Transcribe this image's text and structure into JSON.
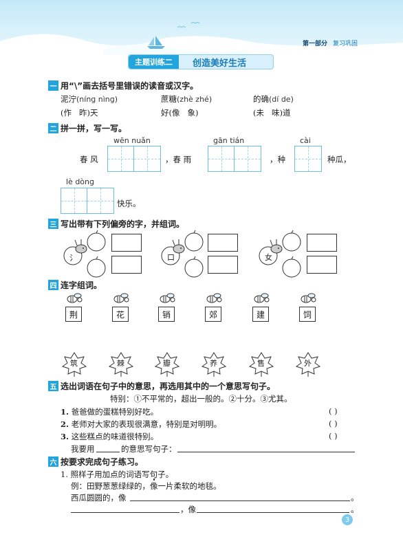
{
  "header": {
    "part": "第一部分",
    "section": "复习巩固"
  },
  "theme": {
    "tag": "主题训练二",
    "title": "创造美好生活"
  },
  "sections": {
    "s1": {
      "num": "一",
      "title": "用“\\”画去括号里错误的读音或汉字。"
    },
    "s2": {
      "num": "二",
      "title": "拼一拼，写一写。"
    },
    "s3": {
      "num": "三",
      "title": "写出带有下列偏旁的字，并组词。"
    },
    "s4": {
      "num": "四",
      "title": "连字组词。"
    },
    "s5": {
      "num": "五",
      "title": "选出词语在句子中的意思，再选用其中的一个意思写句子。"
    },
    "s6": {
      "num": "六",
      "title": "按要求完成句子练习。"
    }
  },
  "q1": {
    "row1": [
      {
        "word": "泥泞",
        "opts": "(nínɡ  nìnɡ)"
      },
      {
        "word": "蔗糖",
        "opts": "(zhè  zhé)"
      },
      {
        "word": "的确",
        "opts": "(dí  de)"
      }
    ],
    "row2": [
      {
        "a": "(作",
        "b": "昨)",
        "c": "天",
        "pre": ""
      },
      {
        "a": "(像",
        "b": "象)",
        "c": "",
        "pre": "好"
      },
      {
        "a": "(未",
        "b": "味)",
        "c": "道",
        "pre": ""
      }
    ]
  },
  "q2": {
    "py1": "wēn  nuǎn",
    "py2": "ɡān  tián",
    "py3": "cài",
    "py4": "lè dònɡ",
    "t1": "春 风",
    "t2": "，春 雨",
    "t3": "，种",
    "t4": "种瓜，",
    "t5": "快乐。"
  },
  "q3": {
    "radicals": [
      "氵",
      "口",
      "女"
    ]
  },
  "q4": {
    "top": [
      "荆",
      "花",
      "销",
      "郊",
      "建",
      "饲"
    ],
    "bottom": [
      "筑",
      "棘",
      "瓣",
      "养",
      "售",
      "外"
    ]
  },
  "q5": {
    "meaning": "特别：①不平常的，超出一般的。②十分。③尤其。",
    "items": [
      {
        "n": "1.",
        "pre": "爸爸做的蛋糕",
        "dot": "特别",
        "post": "好吃。"
      },
      {
        "n": "2.",
        "pre": "老师对大家的表现很满意，",
        "dot": "特别",
        "post": "是对明明。"
      },
      {
        "n": "3.",
        "pre": "这些糕点的味道很",
        "dot": "特别",
        "post": "。"
      }
    ],
    "paren": "(        )",
    "use_pre": "我要用",
    "use_post": "的意思写句子："
  },
  "q6": {
    "item1": "1. 照样子用加点的词语写句子。",
    "example_pre": "例：田野葱葱绿绿的，",
    "example_dot": "像",
    "example_post": "一片柔软的地毯。",
    "fill1": "西瓜圆圆的，像",
    "fill2": "，像",
    "period": "。"
  },
  "page_number": "3"
}
